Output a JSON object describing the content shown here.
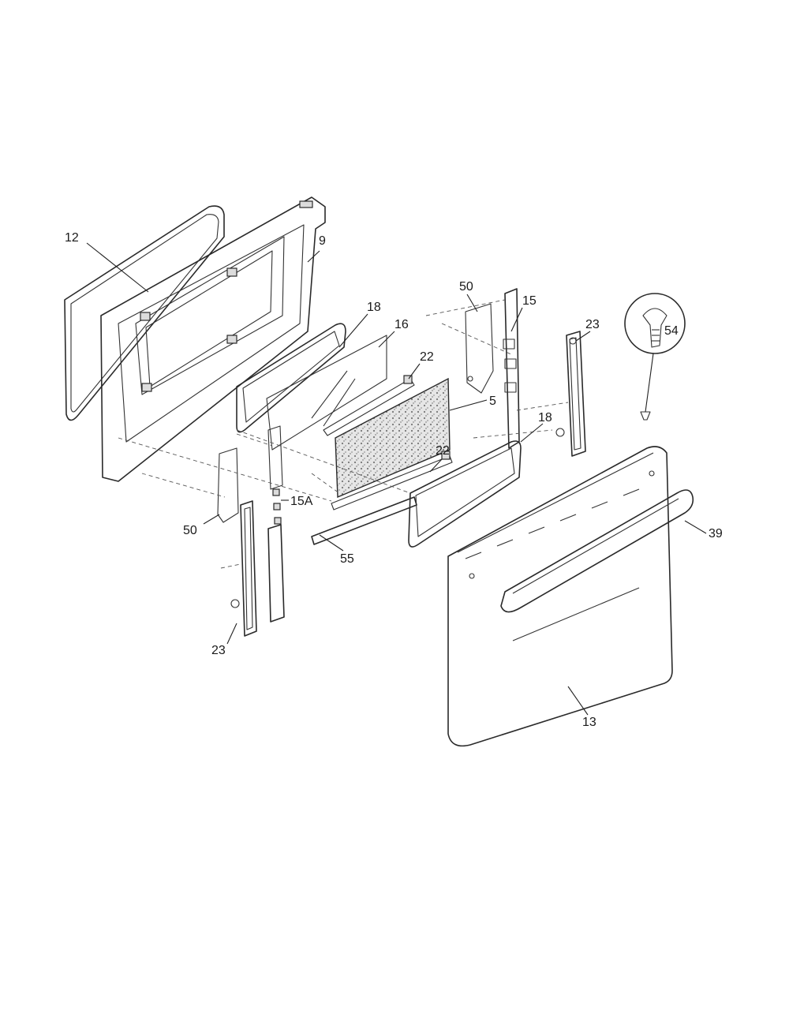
{
  "callouts": {
    "c12": "12",
    "c9": "9",
    "c18a": "18",
    "c16": "16",
    "c22a": "22",
    "c50a": "50",
    "c15": "15",
    "c23a": "23",
    "c54": "54",
    "c5": "5",
    "c18b": "18",
    "c22b": "22",
    "c15A": "15A",
    "c50b": "50",
    "c55": "55",
    "c39": "39",
    "c23b": "23",
    "c13": "13"
  }
}
